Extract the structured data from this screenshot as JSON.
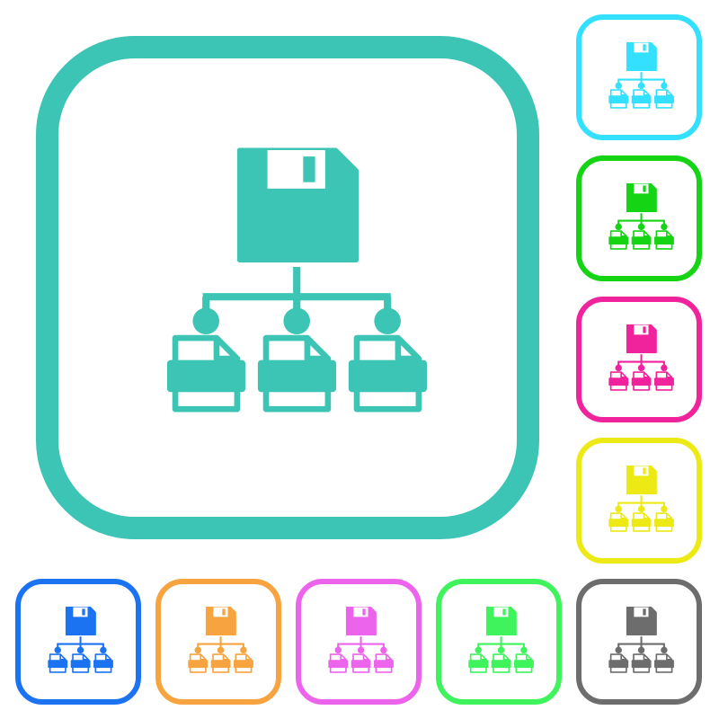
{
  "icon": "file-network-icon",
  "variants": [
    {
      "id": "tile-main",
      "name": "main",
      "color": "#3cc4b4"
    },
    {
      "id": "tile-r1",
      "name": "cyan",
      "color": "#33e0ff"
    },
    {
      "id": "tile-r2",
      "name": "green",
      "color": "#14d414"
    },
    {
      "id": "tile-r3",
      "name": "magenta",
      "color": "#f0239c"
    },
    {
      "id": "tile-r4",
      "name": "yellow",
      "color": "#ece914"
    },
    {
      "id": "tile-b1",
      "name": "blue",
      "color": "#1c73f2"
    },
    {
      "id": "tile-b2",
      "name": "orange",
      "color": "#f7a33f"
    },
    {
      "id": "tile-b3",
      "name": "pink",
      "color": "#ec63ec"
    },
    {
      "id": "tile-b4",
      "name": "bright-green",
      "color": "#3ef35c"
    },
    {
      "id": "tile-b5",
      "name": "gray",
      "color": "#6d6d6d"
    }
  ]
}
